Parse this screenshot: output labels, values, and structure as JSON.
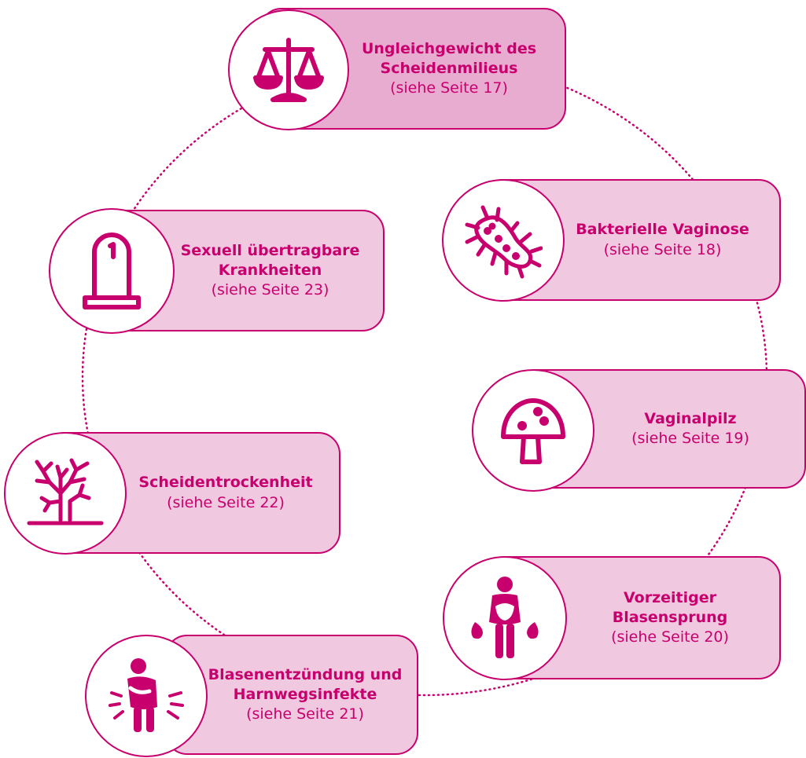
{
  "accent": "#c8006e",
  "items": [
    {
      "icon": "scale-icon",
      "title": "Ungleichgewicht des\nScheidenmilieus",
      "page": "(siehe Seite 17)"
    },
    {
      "icon": "bacteria-icon",
      "title": "Bakterielle Vaginose",
      "page": "(siehe Seite 18)"
    },
    {
      "icon": "mushroom-icon",
      "title": "Vaginalpilz",
      "page": "(siehe Seite 19)"
    },
    {
      "icon": "pregnant-figure-icon",
      "title": "Vorzeitiger\nBlasensprung",
      "page": "(siehe Seite 20)"
    },
    {
      "icon": "abdominal-pain-figure-icon",
      "title": "Blasenentzündung und\nHarnwegsinfekte",
      "page": "(siehe Seite 21)"
    },
    {
      "icon": "dry-tree-icon",
      "title": "Scheidentrockenheit",
      "page": "(siehe Seite 22)"
    },
    {
      "icon": "condom-icon",
      "title": "Sexuell übertragbare\nKrankheiten",
      "page": "(siehe Seite 23)"
    }
  ]
}
